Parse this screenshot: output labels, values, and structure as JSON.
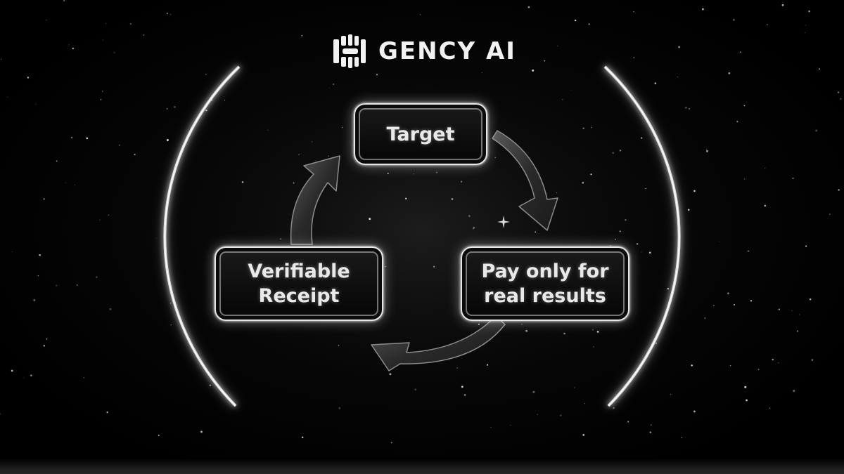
{
  "brand": {
    "name": "GENCY AI",
    "logo_icon": "stacked-bars-logo-icon"
  },
  "cycle": {
    "nodes": [
      {
        "id": "target",
        "label": "Target"
      },
      {
        "id": "pay",
        "label": "Pay only for\nreal results"
      },
      {
        "id": "receipt",
        "label": "Verifiable\nReceipt"
      }
    ],
    "flow": [
      "target",
      "pay",
      "receipt",
      "target"
    ],
    "arrow_icon": "curved-arrow-icon"
  },
  "colors": {
    "background": "#000000",
    "accent": "#e6e6e6",
    "text": "#f2f2f2"
  }
}
